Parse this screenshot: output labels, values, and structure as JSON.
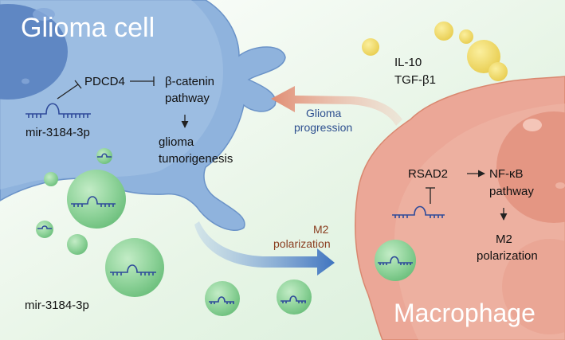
{
  "glioma_cell": {
    "title": "Glioma cell",
    "mirna_label": "mir-3184-3p",
    "target": "PDCD4",
    "pathway_line1": "β-catenin",
    "pathway_line2": "pathway",
    "outcome_line1": "glioma",
    "outcome_line2": "tumorigenesis"
  },
  "cytokines": {
    "line1": "IL-10",
    "line2": "TGF-β1"
  },
  "feedback_arrow": {
    "line1": "Glioma",
    "line2": "progression"
  },
  "exosome_arrow": {
    "line1": "M2",
    "line2": "polarization"
  },
  "exosome_label": "mir-3184-3p",
  "macrophage": {
    "title": "Macrophage",
    "target": "RSAD2",
    "pathway_line1": "NF-κB",
    "pathway_line2": "pathway",
    "outcome_line1": "M2",
    "outcome_line2": "polarization"
  },
  "colors": {
    "glioma_cell": "#8fb3dd",
    "glioma_nucleus": "#5f87c3",
    "macrophage": "#eba797",
    "macrophage_nucleus": "#e49683",
    "exosome": "#8fd39a",
    "cytokine": "#f0d868",
    "mirna": "#2e4a9a",
    "arrow_blue": "#3f74bf",
    "arrow_salmon": "#e59f88",
    "text_blue": "#2d4f8f",
    "text_brown": "#8a3d1f"
  }
}
